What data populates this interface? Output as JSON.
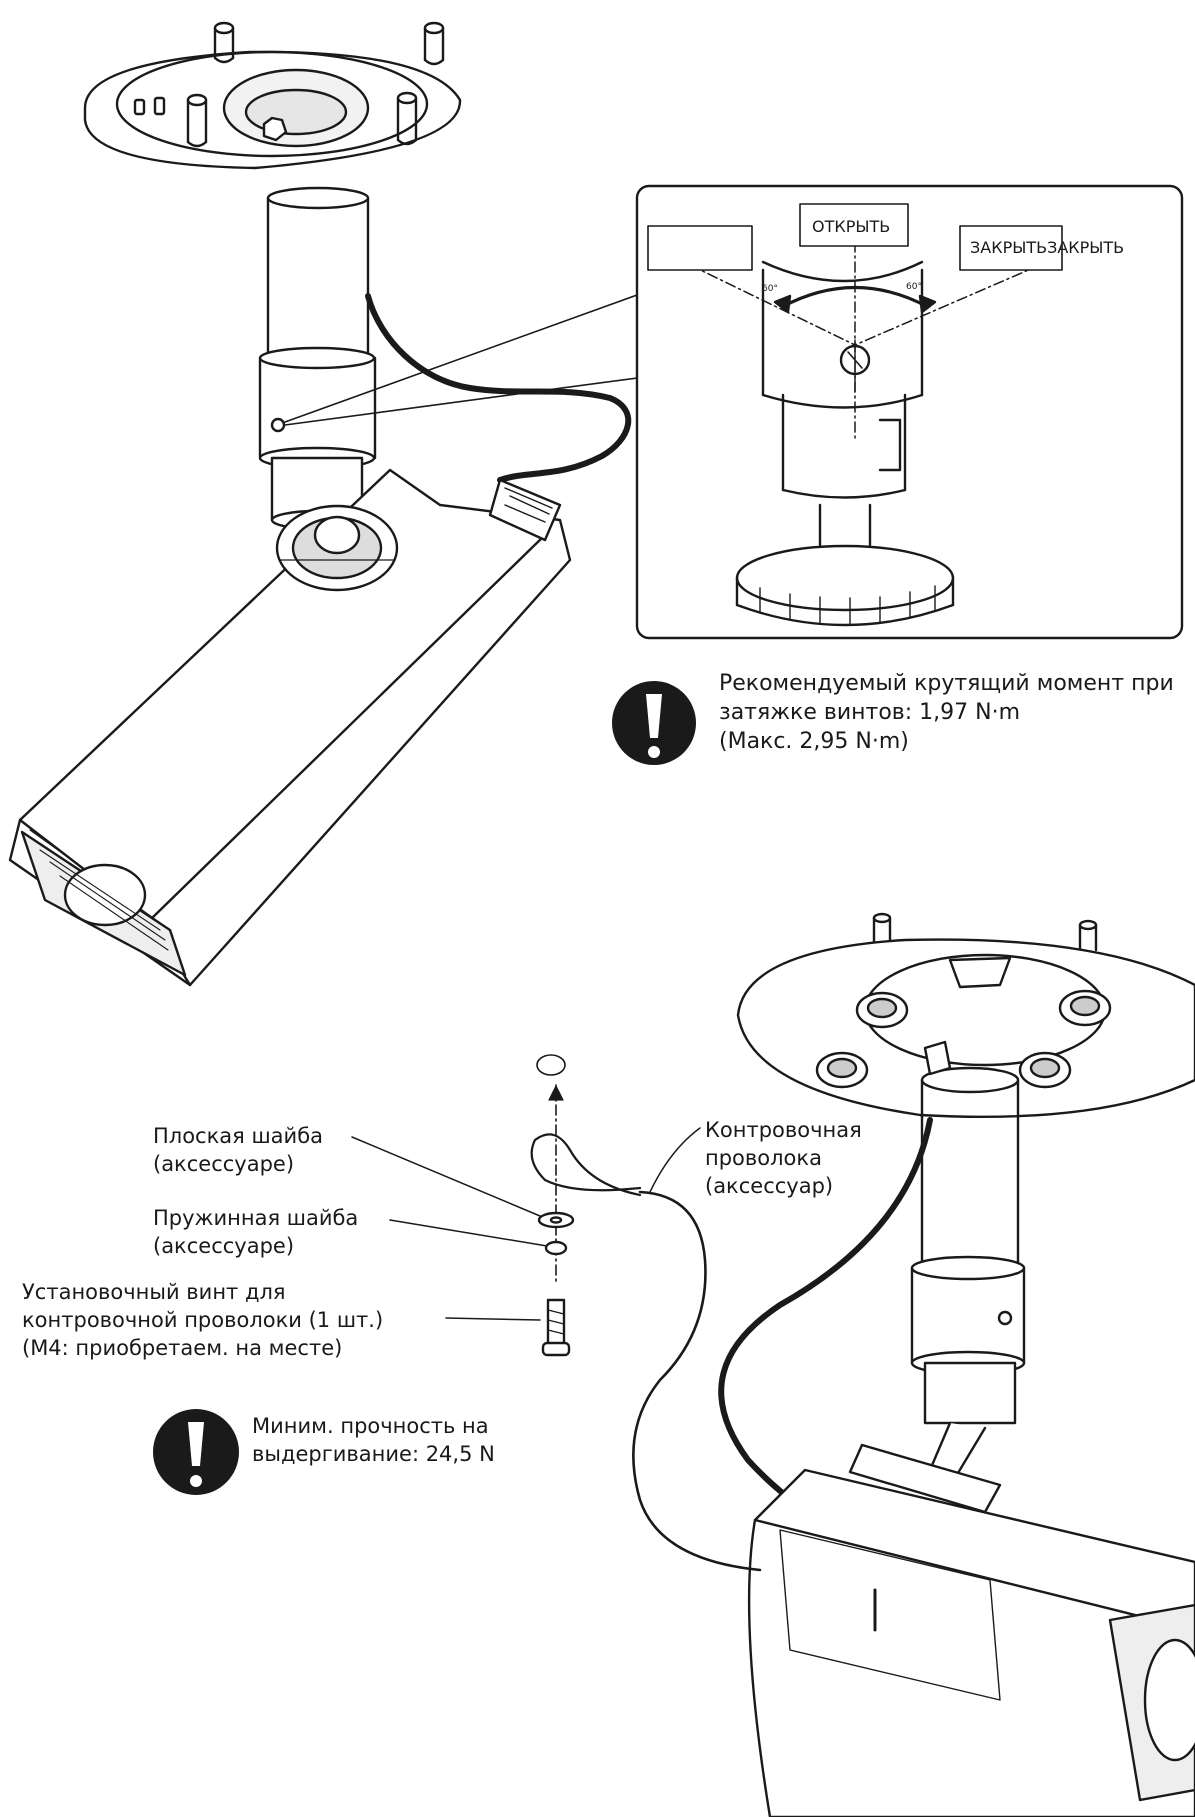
{
  "detail_labels": {
    "open": "ОТКРЫТЬ",
    "close": "ЗАКРЫТЬЗАКРЫТЬ",
    "angle_left": "60°",
    "angle_right": "60°"
  },
  "torque_note": {
    "icon": "warning-exclamation-icon",
    "lines": [
      "Рекомендуемый крутящий момент при",
      "затяжке винтов: 1,97 N·m",
      "(Макс. 2,95 N·m)"
    ]
  },
  "parts": {
    "flat_washer": [
      "Плоская шайба",
      "(аксессуаре)"
    ],
    "spring_washer": [
      "Пружинная шайба",
      "(аксессуаре)"
    ],
    "screw": [
      "Установочный винт для",
      "контровочной проволоки (1 шт.)",
      "(M4: приобретаем. на месте)"
    ],
    "safety_wire": [
      "Контровочная",
      "проволока",
      "(аксессуар)"
    ]
  },
  "pull_note": {
    "icon": "warning-exclamation-icon",
    "lines": [
      "Миним. прочность на",
      "выдергивание: 24,5 N"
    ]
  },
  "colors": {
    "ink": "#1a1a1a",
    "paper": "#ffffff"
  }
}
